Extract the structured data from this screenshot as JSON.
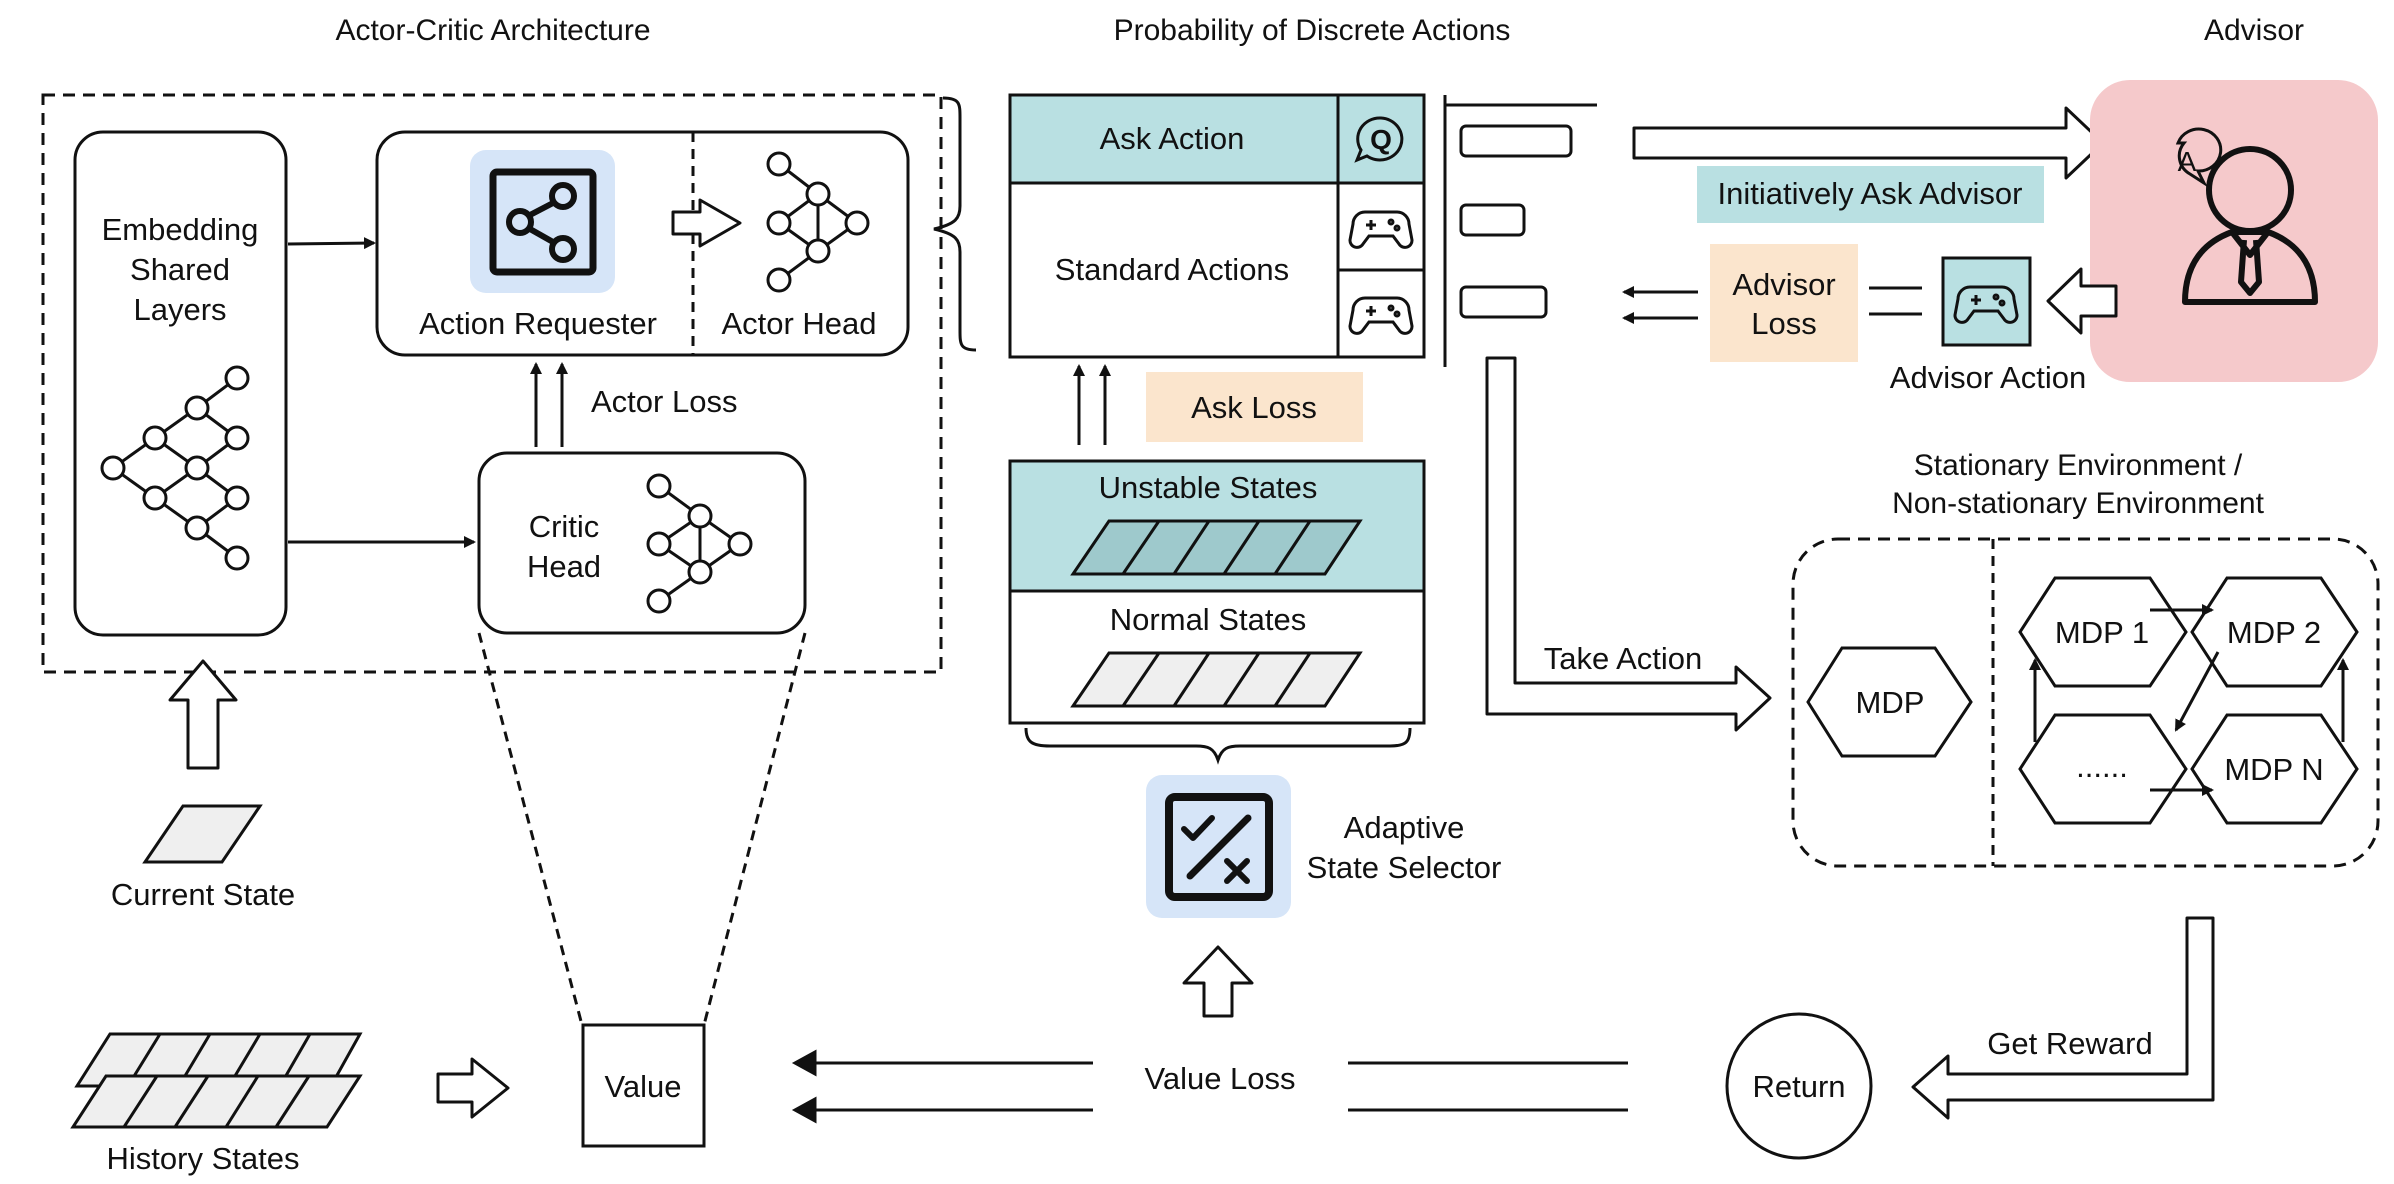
{
  "titles": {
    "actor_critic": "Actor-Critic Architecture",
    "prob_actions": "Probability of Discrete Actions",
    "advisor": "Advisor",
    "environment_line1": "Stationary Environment /",
    "environment_line2": "Non-stationary Environment"
  },
  "actor_critic": {
    "embedding_line1": "Embedding",
    "embedding_line2": "Shared",
    "embedding_line3": "Layers",
    "action_requester": "Action Requester",
    "actor_head": "Actor Head",
    "critic_line1": "Critic",
    "critic_line2": "Head",
    "actor_loss": "Actor Loss"
  },
  "actions": {
    "ask_action": "Ask Action",
    "ask_icon_letter": "Q",
    "standard_actions": "Standard Actions",
    "ask_loss": "Ask Loss"
  },
  "states": {
    "unstable": "Unstable States",
    "normal": "Normal States",
    "current": "Current State",
    "history": "History States"
  },
  "selector": {
    "line1": "Adaptive",
    "line2": "State Selector"
  },
  "advisor": {
    "initiatively_ask": "Initiatively Ask Advisor",
    "loss_line1": "Advisor",
    "loss_line2": "Loss",
    "action": "Advisor Action",
    "avatar_letter": "A"
  },
  "environment": {
    "take_action": "Take Action",
    "mdp": "MDP",
    "mdp1": "MDP 1",
    "mdp2": "MDP 2",
    "mdp_ellipsis": "......",
    "mdpn": "MDP N",
    "get_reward": "Get Reward"
  },
  "bottom": {
    "value": "Value",
    "value_loss": "Value Loss",
    "return": "Return"
  },
  "colors": {
    "teal": "#b9e0e2",
    "peach": "#fbe5cd",
    "light_blue": "#d6e5f8",
    "advisor_pink": "#f5c9cb",
    "state_gray": "#efefef",
    "unstable_fill": "#9ec9cc"
  }
}
